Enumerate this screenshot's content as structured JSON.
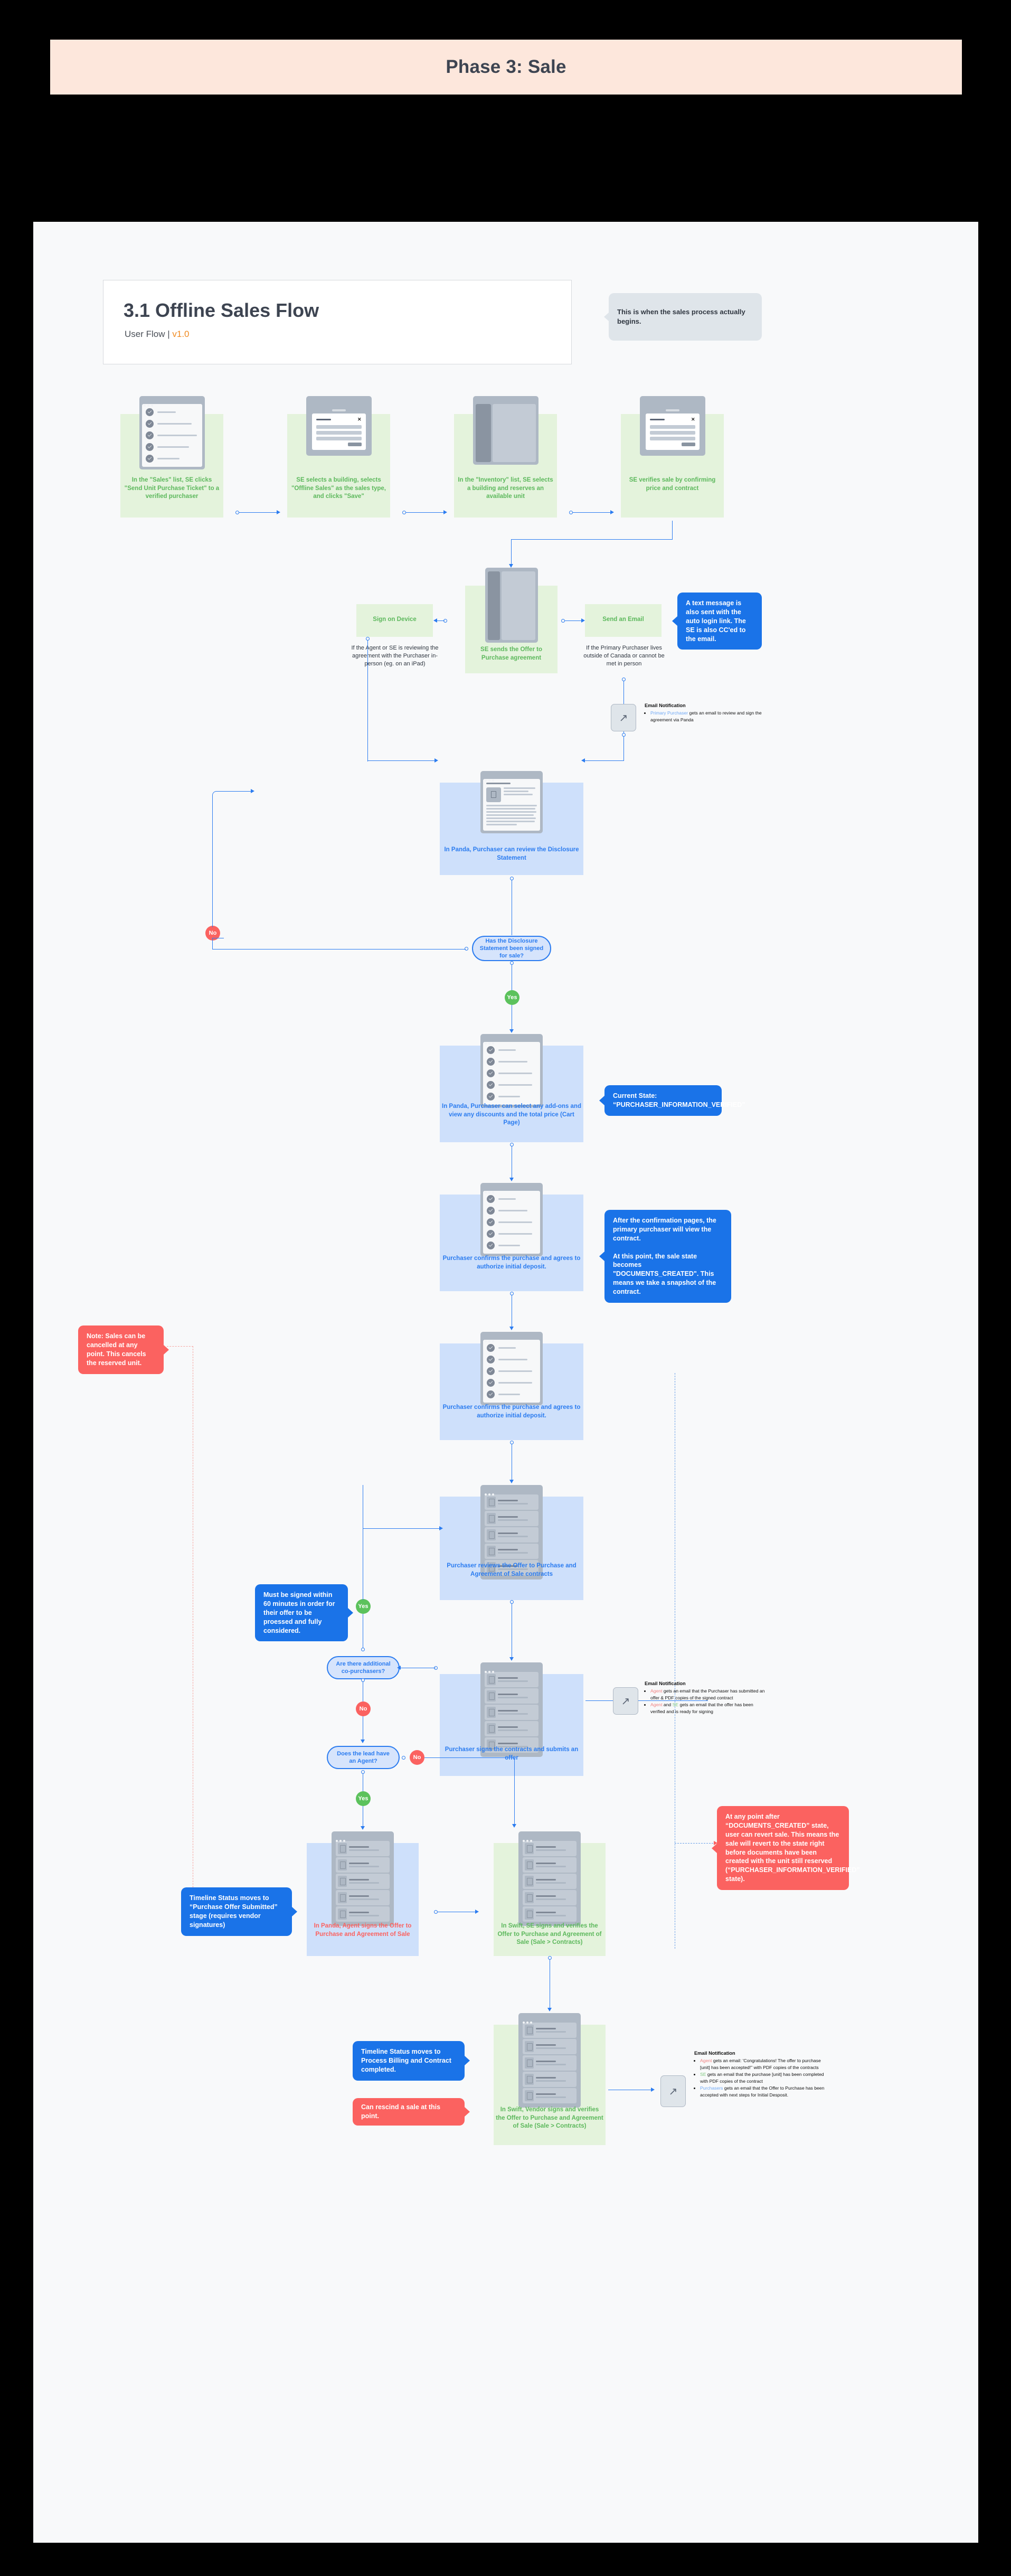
{
  "banner": {
    "title": "Phase 3: Sale"
  },
  "title_card": {
    "heading": "3.1 Offline Sales Flow",
    "subtitle_prefix": "User Flow | ",
    "version": "v1.0"
  },
  "intro_note": {
    "text": "This is when the sales process actually begins."
  },
  "colors": {
    "banner_bg": "#FDE7DC",
    "canvas_bg": "#F8F9FA",
    "green_tint": "#E4F3DC",
    "green_text": "#5CB85C",
    "blue_tint": "#CEE0FB",
    "blue_text": "#2B7CF0",
    "accent_blue": "#1A73E8",
    "accent_red": "#FB6260",
    "accent_green": "#5CC25C",
    "accent_orange": "#F08B22",
    "grey_note": "#DFE5EA"
  },
  "row1": [
    {
      "caption": "In the \"Sales\" list, SE clicks \"Send Unit Purchase Ticket\" to a verified purchaser",
      "mock": "checklist"
    },
    {
      "caption": "SE selects a building, selects \"Offline Sales\" as the sales type, and clicks \"Save\"",
      "mock": "modal"
    },
    {
      "caption": "In the \"Inventory\" list, SE selects a building and reserves an available unit",
      "mock": "pane"
    },
    {
      "caption": "SE verifies sale by confirming price and contract",
      "mock": "modal"
    }
  ],
  "offer_section": {
    "center_caption": "SE sends the Offer to Purchase agreement",
    "left_branch_label": "Sign on Device",
    "left_branch_note": "If the Agent or SE is reviewing the agreement with the Purchaser in-person (eg. on an iPad)",
    "right_branch_label": "Send an Email",
    "right_branch_note": "If the Primary Purchaser lives outside of Canada or cannot be met in person",
    "sms_callout": "A text message is also sent with the auto login link. The SE is also CC'ed to the email.",
    "email_notification": {
      "title": "Email Notification",
      "items": [
        {
          "actor": "Primary Purchaser",
          "actor_class": "tag-purch",
          "text": " gets an email to review and sign the agreement via Panda"
        }
      ]
    }
  },
  "disclosure": {
    "caption": "In Panda, Purchaser can review the Disclosure Statement",
    "decision": "Has the Disclosure Statement been signed for sale?",
    "no_label": "No",
    "yes_label": "Yes"
  },
  "cart": {
    "caption": "In Panda, Purchaser can select any add-ons and view any discounts and the total price (Cart Page)",
    "state_callout": "Current State: “PURCHASER_INFORMATION_VERIFIED”"
  },
  "confirm1": {
    "caption": "Purchaser confirms the purchase and agrees to authorize initial deposit.",
    "callout": "After the confirmation pages, the primary purchaser will view the contract.\n\nAt this point, the sale state becomes \"DOCUMENTS_CREATED\". This means we take a snapshot of the contract."
  },
  "cancel_note": {
    "text": "Note: Sales can be cancelled at any point. This cancels the reserved unit."
  },
  "confirm2": {
    "caption": "Purchaser confirms the purchase and agrees to authorize initial deposit."
  },
  "review": {
    "caption": "Purchaser reviews the Offer to Purchase and Agreement of Sale contracts",
    "revert_callout": "At any point after “DOCUMENTS_CREATED” state, user can revert sale. This means the sale will revert to the state right before documents have been created with the unit still reserved (“PURCHASER_INFORMATION_VERIFIED” state)."
  },
  "sign": {
    "timer_callout": "Must be signed within 60 minutes in order for their offer to be proessed and fully considered.",
    "yes_label": "Yes",
    "decision": "Are there additional co-purchasers?",
    "no_label": "No",
    "caption": "Purchaser signs the contracts and submits an offer",
    "email_notification": {
      "title": "Email Notification",
      "items": [
        {
          "actor": "Agent",
          "actor_class": "tag-agent",
          "text": " gets an email that the Purchaser has submitted an offer & PDF copies of the signed contract"
        },
        {
          "actor": "Agent",
          "actor_class": "tag-agent",
          "text": " and ",
          "actor2": "SE",
          "actor2_class": "tag-se",
          "text2": " gets an email that the offer has been verified and is ready for signing"
        }
      ]
    }
  },
  "agent_decision": {
    "decision": "Does the lead have an Agent?",
    "no_label": "No",
    "yes_label": "Yes"
  },
  "agent_sign": {
    "timeline_callout": "Timeline Status moves to “Purchase Offer Submitted” stage (requires vendor signatures)",
    "panda_caption": "In Panda, Agent signs the Offer to Purchase and Agreement of Sale",
    "swift_caption": "In Swift, SE signs and verifies the Offer to Purchase and Agreement of Sale (Sale > Contracts)"
  },
  "vendor": {
    "timeline_callout": "Timeline Status moves to Process Billing and Contract completed.",
    "rescind_callout": "Can rescind a sale at this point.",
    "caption": "In Swift, Vendor signs and verifies the Offer to Purchase and Agreement of Sale (Sale > Contracts)",
    "email_notification": {
      "title": "Email Notification",
      "items": [
        {
          "actor": "Agent",
          "actor_class": "tag-agent",
          "text": " gets an email: 'Congratulations! The offer to purchase [unit] has been accepted!\" with PDF copies of the contracts"
        },
        {
          "actor": "SE",
          "actor_class": "tag-se",
          "text": " gets an email that the purchase [unit] has been completed with PDF copies of the contract"
        },
        {
          "actor": "Purchasers",
          "actor_class": "tag-purch",
          "text": " gets an email that the Offer to Purchase has been accepted with next steps for Initial Desposit."
        }
      ]
    }
  },
  "icons": {
    "mail": "↗"
  }
}
